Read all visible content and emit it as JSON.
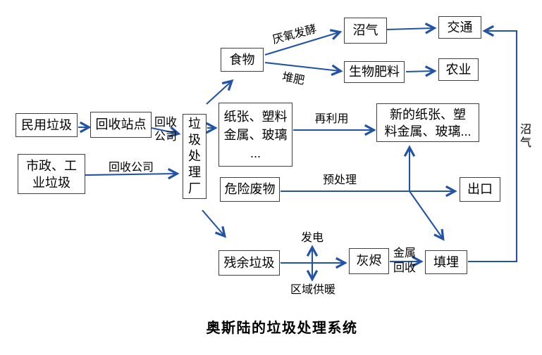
{
  "title": "奥斯陆的垃圾处理系统",
  "colors": {
    "arrow_blue": "#2253a6",
    "box_border": "#3f3f3f",
    "text": "#000000",
    "background": "#ffffff"
  },
  "nodes": {
    "civil_waste": {
      "label": "民用垃圾"
    },
    "recycle_station": {
      "label": "回收站点"
    },
    "municipal_industrial_waste": {
      "label": "市政、工\n业垃圾"
    },
    "waste_treatment_plant": {
      "label": "垃\n圾\n处\n理\n厂"
    },
    "food": {
      "label": "食物"
    },
    "biogas": {
      "label": "沼气"
    },
    "transport": {
      "label": "交通"
    },
    "bio_fertilizer": {
      "label": "生物肥料"
    },
    "agriculture": {
      "label": "农业"
    },
    "recyclables": {
      "label": "纸张、塑料\n金属、玻璃\n..."
    },
    "new_materials": {
      "label": "新的纸张、塑\n料金属、玻璃..."
    },
    "hazardous_waste": {
      "label": "危险废物"
    },
    "export": {
      "label": "出口"
    },
    "residual_waste": {
      "label": "残余垃圾"
    },
    "ash": {
      "label": "灰烬"
    },
    "landfill": {
      "label": "填埋"
    }
  },
  "edge_labels": {
    "recycle_company_station": "回收\n公司",
    "recycle_company_municipal": "回收公司",
    "anaerobic_fermentation": "厌氧发酵",
    "composting": "堆肥",
    "reuse": "再利用",
    "pretreatment": "预处理",
    "power_generation": "发电",
    "district_heating": "区域供暖",
    "metal_recovery": "金属\n回收",
    "biogas_return": "沼\n气"
  }
}
